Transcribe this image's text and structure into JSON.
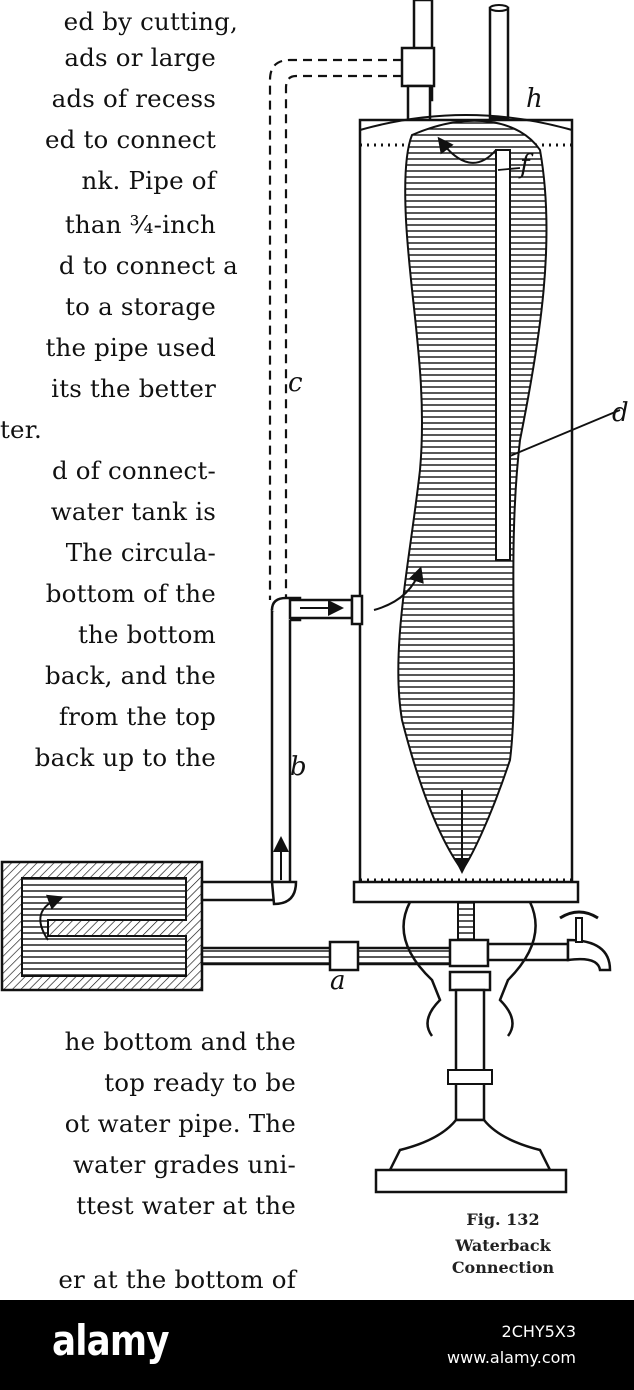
{
  "text_lines": [
    "ed by cutting,",
    "ads or large",
    "ads of recess",
    "ed to connect",
    "nk. Pipe of",
    "than ¾-inch",
    "d to connect a",
    "to a storage",
    "the pipe used",
    "its the better",
    "ter.",
    "d of connect-",
    "water tank is",
    "The circula-",
    "bottom of the",
    "the bottom",
    "back, and the",
    "from the top",
    "back up to the"
  ],
  "bottom_lines": [
    "he bottom and the",
    "top ready to be",
    "ot water pipe. The",
    "water grades uni-",
    "ttest water at the",
    "er at the bottom of"
  ],
  "figure": {
    "labels": {
      "h": "h",
      "f": "f",
      "c": "c",
      "d": "d",
      "b": "b",
      "a": "a"
    },
    "caption_number": "Fig. 132",
    "caption_line1": "Waterback",
    "caption_line2": "Connection"
  },
  "watermark": {
    "logo": "alamy",
    "image_id": "2CHY5X3",
    "site": "www.alamy.com"
  }
}
